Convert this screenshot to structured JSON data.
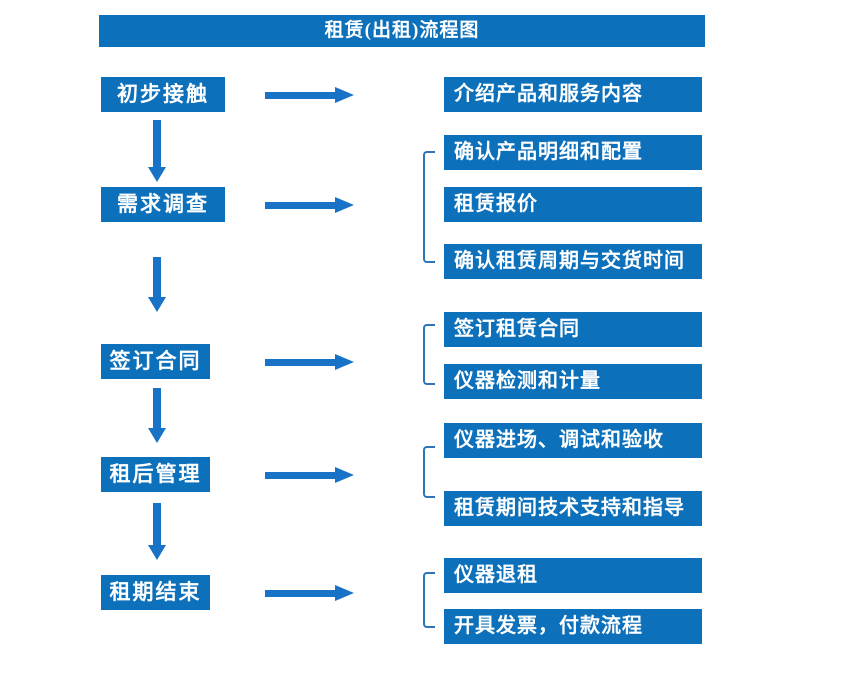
{
  "title": "租赁(出租)流程图",
  "colors": {
    "box_fill": "#0D70BA",
    "arrow": "#1873C6",
    "bracket": "#2E75B6",
    "text": "#FFFFFF",
    "background": "#FFFFFF"
  },
  "stages": [
    {
      "label": "初步接触",
      "outputs": [
        "介绍产品和服务内容"
      ]
    },
    {
      "label": "需求调查",
      "outputs": [
        "确认产品明细和配置",
        "租赁报价",
        "确认租赁周期与交货时间"
      ]
    },
    {
      "label": "签订合同",
      "outputs": [
        "签订租赁合同",
        "仪器检测和计量"
      ]
    },
    {
      "label": "租后管理",
      "outputs": [
        "仪器进场、调试和验收",
        "租赁期间技术支持和指导"
      ]
    },
    {
      "label": "租期结束",
      "outputs": [
        "仪器退租",
        "开具发票，付款流程"
      ]
    }
  ]
}
